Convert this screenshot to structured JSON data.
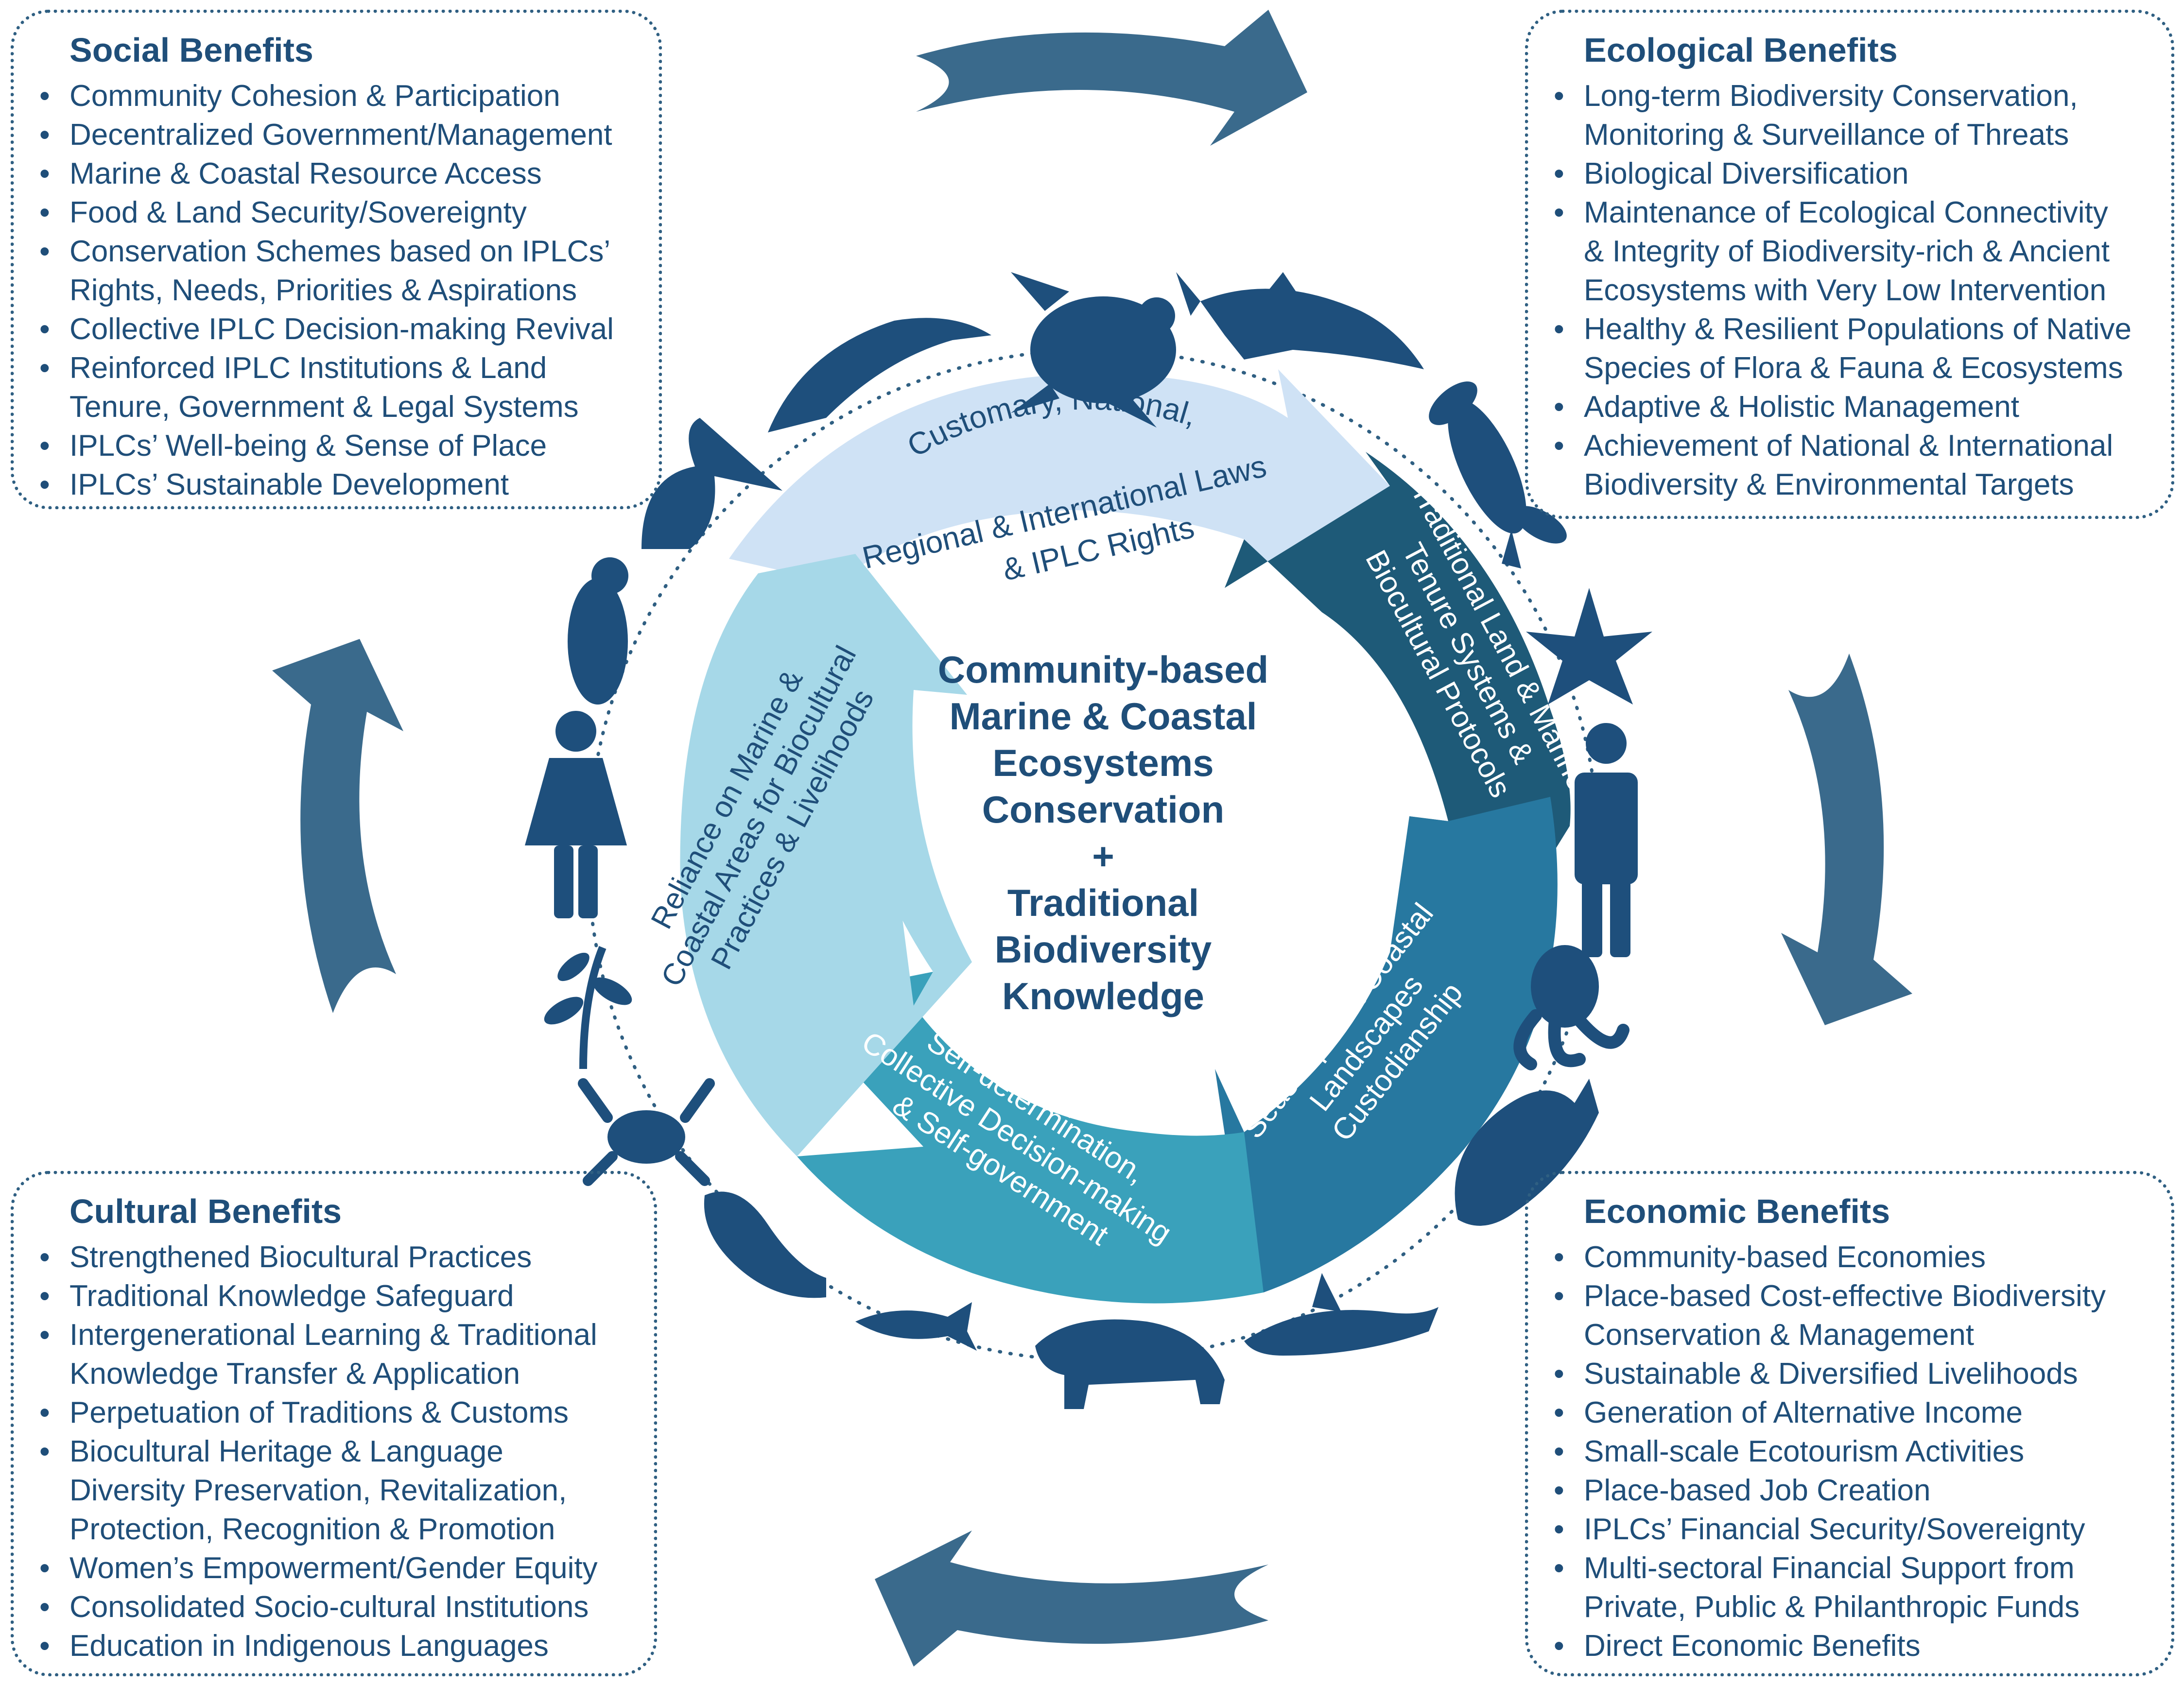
{
  "colors": {
    "navy": "#1f4e79",
    "outer_arrows": "#3a6a8c",
    "animals": "#1e4f7c",
    "arc_top": "#cfe2f5",
    "arc_right": "#1e5a78",
    "arc_bottom_right": "#2778a0",
    "arc_bottom": "#3aa1bb",
    "arc_left": "#a6d8e8"
  },
  "boxes": {
    "social": {
      "title": "Social Benefits",
      "items": [
        [
          "Community Cohesion & Participation"
        ],
        [
          "Decentralized Government/Management"
        ],
        [
          "Marine & Coastal Resource Access"
        ],
        [
          "Food & Land Security/Sovereignty"
        ],
        [
          "Conservation Schemes based on IPLCs’",
          "Rights, Needs, Priorities & Aspirations"
        ],
        [
          "Collective IPLC Decision-making Revival"
        ],
        [
          "Reinforced IPLC Institutions & Land",
          "Tenure, Government & Legal Systems"
        ],
        [
          "IPLCs’ Well-being & Sense of Place"
        ],
        [
          "IPLCs’ Sustainable Development"
        ]
      ]
    },
    "ecological": {
      "title": "Ecological Benefits",
      "items": [
        [
          "Long-term Biodiversity Conservation,",
          "Monitoring & Surveillance of Threats"
        ],
        [
          "Biological Diversification"
        ],
        [
          "Maintenance of Ecological Connectivity",
          "& Integrity of Biodiversity-rich & Ancient",
          "Ecosystems with Very Low Intervention"
        ],
        [
          "Healthy & Resilient Populations of Native",
          "Species of Flora & Fauna & Ecosystems"
        ],
        [
          "Adaptive & Holistic Management"
        ],
        [
          "Achievement of National & International",
          "Biodiversity & Environmental Targets"
        ]
      ]
    },
    "cultural": {
      "title": "Cultural Benefits",
      "items": [
        [
          "Strengthened Biocultural Practices"
        ],
        [
          "Traditional Knowledge Safeguard"
        ],
        [
          "Intergenerational Learning & Traditional",
          "Knowledge Transfer & Application"
        ],
        [
          "Perpetuation of Traditions & Customs"
        ],
        [
          "Biocultural Heritage & Language",
          "Diversity Preservation, Revitalization,",
          "Protection, Recognition & Promotion"
        ],
        [
          "Women’s Empowerment/Gender Equity"
        ],
        [
          "Consolidated Socio-cultural Institutions"
        ],
        [
          "Education in Indigenous Languages"
        ]
      ]
    },
    "economic": {
      "title": "Economic Benefits",
      "items": [
        [
          "Community-based Economies"
        ],
        [
          "Place-based Cost-effective Biodiversity",
          "Conservation & Management"
        ],
        [
          "Sustainable & Diversified Livelihoods"
        ],
        [
          "Generation of Alternative Income"
        ],
        [
          "Small-scale Ecotourism Activities"
        ],
        [
          "Place-based Job Creation"
        ],
        [
          "IPLCs’ Financial Security/Sovereignty"
        ],
        [
          "Multi-sectoral Financial Support from",
          "Private, Public & Philanthropic Funds"
        ],
        [
          "Direct Economic Benefits"
        ]
      ]
    }
  },
  "center": {
    "lines": [
      "Community-based",
      "Marine & Coastal",
      "Ecosystems",
      "Conservation",
      "+",
      "Traditional",
      "Biodiversity",
      "Knowledge"
    ]
  },
  "arcs": [
    {
      "id": "top",
      "lines": [
        "Customary, National,",
        "Regional & International Laws",
        "& IPLC Rights"
      ]
    },
    {
      "id": "right",
      "lines": [
        "Traditional Land & Marine",
        "Tenure Systems &",
        "Biocultural Protocols"
      ]
    },
    {
      "id": "bottom-right",
      "lines": [
        "Seascapes & Coastal",
        "Landscapes",
        "Custodianship"
      ]
    },
    {
      "id": "bottom",
      "lines": [
        "Self-determination,",
        "Collective Decision-making",
        "& Self-government"
      ]
    },
    {
      "id": "left",
      "lines": [
        "Reliance on Marine &",
        "Coastal Areas for Biocultural",
        "Practices & Livelihoods"
      ]
    }
  ],
  "ring_icons": [
    "turtle-icon",
    "shark-icon",
    "lobster-icon",
    "starfish-icon",
    "man-icon",
    "octopus-icon",
    "whale-icon",
    "orca-icon",
    "bear-icon",
    "salmon-icon",
    "seal-icon",
    "crab-icon",
    "plant-icon",
    "woman-icon",
    "penguin-icon",
    "pelican-icon",
    "dolphin-icon"
  ]
}
